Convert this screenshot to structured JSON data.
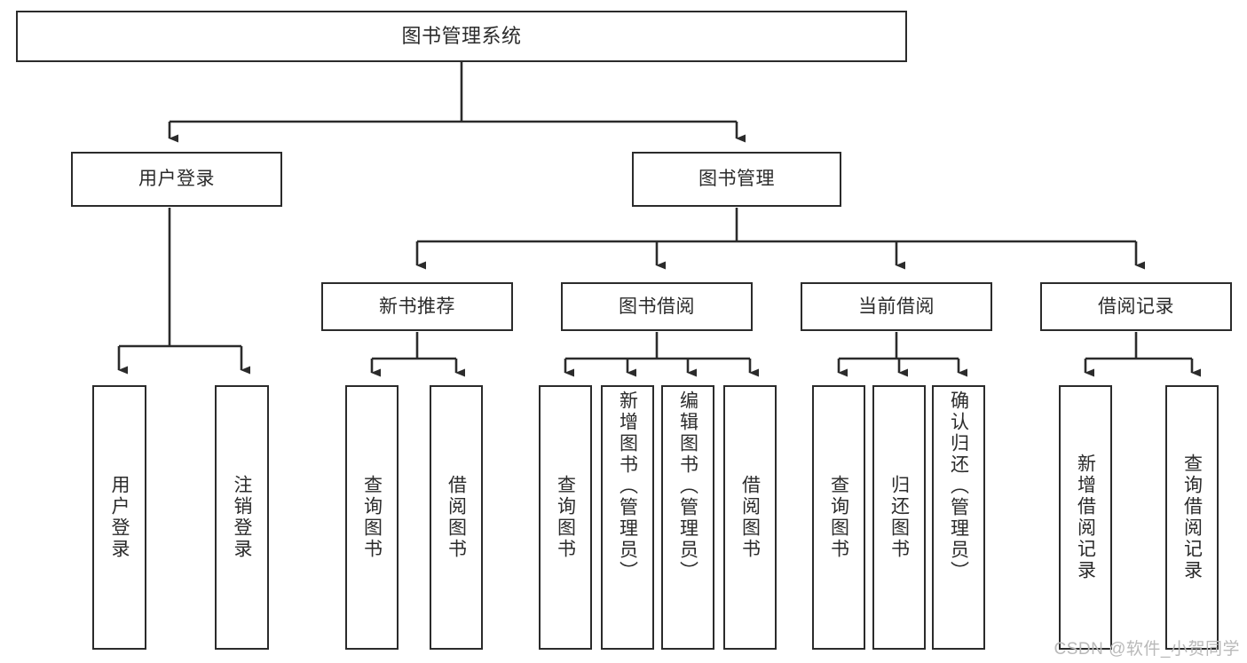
{
  "diagram": {
    "title": "图书管理系统",
    "type": "tree",
    "watermark": "CSDN @软件_小贺同学",
    "colors": {
      "box_border": "#2b2b2b",
      "box_fill": "#ffffff",
      "edge": "#2b2b2b",
      "background": "#ffffff",
      "watermark": "#b9b9b9"
    },
    "levels": {
      "root": [
        "图书管理系统"
      ],
      "level2": [
        "用户登录",
        "图书管理"
      ],
      "level3": [
        "新书推荐",
        "图书借阅",
        "当前借阅",
        "借阅记录"
      ],
      "leaves": [
        "用户登录",
        "注销登录",
        "查询图书",
        "借阅图书",
        "查询图书",
        "新增图书（管理员）",
        "编辑图书（管理员）",
        "借阅图书",
        "查询图书",
        "归还图书",
        "确认归还（管理员）",
        "新增借阅记录",
        "查询借阅记录"
      ]
    },
    "nodes": {
      "root": {
        "label": "图书管理系统"
      },
      "user_login": {
        "label": "用户登录"
      },
      "book_manage": {
        "label": "图书管理"
      },
      "new_book_rec": {
        "label": "新书推荐"
      },
      "book_borrow": {
        "label": "图书借阅"
      },
      "current_borrow": {
        "label": "当前借阅"
      },
      "borrow_record": {
        "label": "借阅记录"
      },
      "leaf_user_login": {
        "label": "用户登录"
      },
      "leaf_logout": {
        "label": "注销登录"
      },
      "leaf_query_book_a": {
        "label": "查询图书"
      },
      "leaf_borrow_book_a": {
        "label": "借阅图书"
      },
      "leaf_query_book_b": {
        "label": "查询图书"
      },
      "leaf_add_book": {
        "label": "新增图书（管理员）"
      },
      "leaf_edit_book": {
        "label": "编辑图书（管理员）"
      },
      "leaf_borrow_book_b": {
        "label": "借阅图书"
      },
      "leaf_query_book_c": {
        "label": "查询图书"
      },
      "leaf_return_book": {
        "label": "归还图书"
      },
      "leaf_confirm_return": {
        "label": "确认归还（管理员）"
      },
      "leaf_add_record": {
        "label": "新增借阅记录"
      },
      "leaf_query_record": {
        "label": "查询借阅记录"
      }
    },
    "edges": [
      {
        "from": "root",
        "to": "user_login"
      },
      {
        "from": "root",
        "to": "book_manage"
      },
      {
        "from": "user_login",
        "to": "leaf_user_login"
      },
      {
        "from": "user_login",
        "to": "leaf_logout"
      },
      {
        "from": "book_manage",
        "to": "new_book_rec"
      },
      {
        "from": "book_manage",
        "to": "book_borrow"
      },
      {
        "from": "book_manage",
        "to": "current_borrow"
      },
      {
        "from": "book_manage",
        "to": "borrow_record"
      },
      {
        "from": "new_book_rec",
        "to": "leaf_query_book_a"
      },
      {
        "from": "new_book_rec",
        "to": "leaf_borrow_book_a"
      },
      {
        "from": "book_borrow",
        "to": "leaf_query_book_b"
      },
      {
        "from": "book_borrow",
        "to": "leaf_add_book"
      },
      {
        "from": "book_borrow",
        "to": "leaf_edit_book"
      },
      {
        "from": "book_borrow",
        "to": "leaf_borrow_book_b"
      },
      {
        "from": "current_borrow",
        "to": "leaf_query_book_c"
      },
      {
        "from": "current_borrow",
        "to": "leaf_return_book"
      },
      {
        "from": "current_borrow",
        "to": "leaf_confirm_return"
      },
      {
        "from": "borrow_record",
        "to": "leaf_add_record"
      },
      {
        "from": "borrow_record",
        "to": "leaf_query_record"
      }
    ]
  }
}
